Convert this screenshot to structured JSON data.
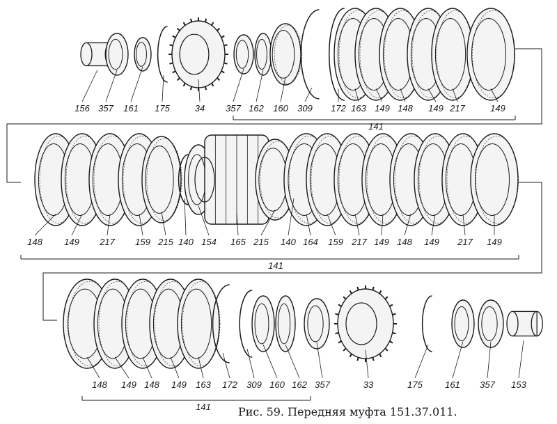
{
  "figure": {
    "caption": "Рис. 59. Передняя муфта 151.37.011.",
    "group_label": "141",
    "row1": [
      "156",
      "357",
      "161",
      "175",
      "34",
      "357",
      "162",
      "160",
      "309",
      "172",
      "163",
      "149",
      "148",
      "149",
      "217",
      "149"
    ],
    "row2": [
      "148",
      "149",
      "217",
      "159",
      "215",
      "140",
      "154",
      "165",
      "215",
      "140",
      "164",
      "159",
      "217",
      "149",
      "148",
      "149",
      "217",
      "149"
    ],
    "row3": [
      "148",
      "149",
      "148",
      "149",
      "163",
      "172",
      "309",
      "160",
      "162",
      "357",
      "33",
      "175",
      "161",
      "357",
      "153"
    ]
  },
  "colors": {
    "ink": "#1a1a1a",
    "paper": "#ffffff"
  },
  "icons": [
    "shaft-sleeve-icon",
    "ring-icon",
    "gear-icon",
    "friction-disc-icon",
    "snap-ring-icon",
    "bearing-icon"
  ]
}
